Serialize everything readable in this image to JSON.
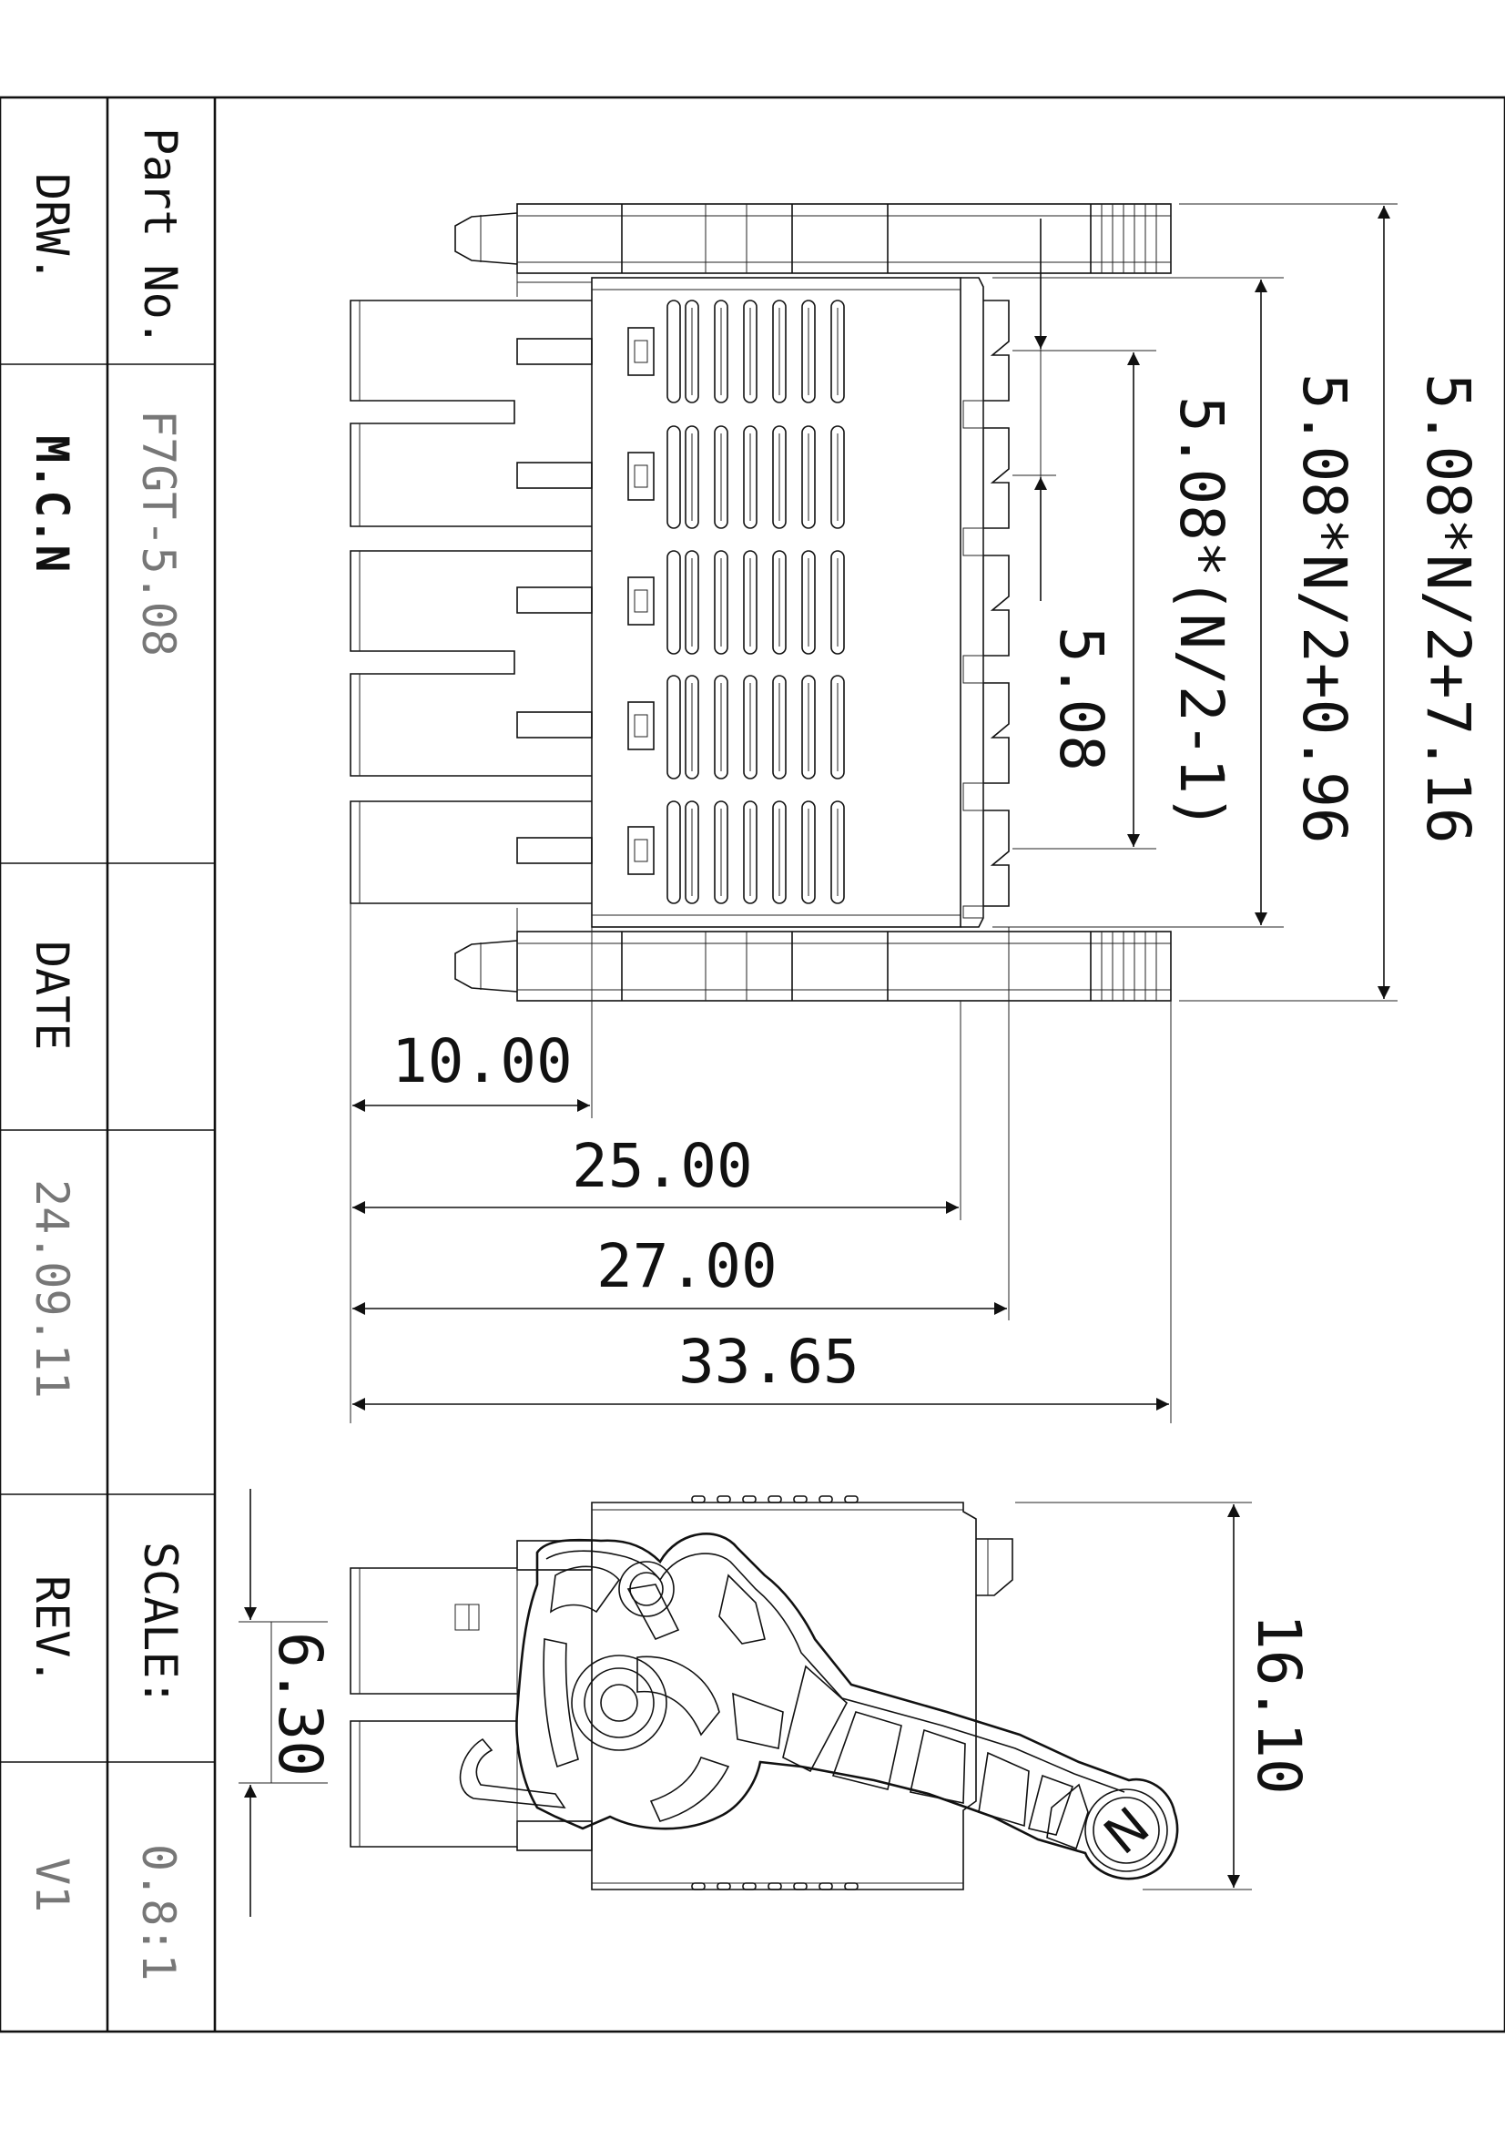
{
  "title_block": {
    "part_no_label": "Part No.",
    "part_no_value": "F7GT-5.08",
    "drawn_label": "DRW.",
    "drawn_value": "M.C.N",
    "date_label": "DATE",
    "date_value": "24.09.11",
    "scale_label": "SCALE:",
    "scale_value": "0.8:1",
    "rev_label": "REV.",
    "rev_value": "V1"
  },
  "dimensions": {
    "overall_height": "5.08*N/2+7.16",
    "inner_height": "5.08*N/2+0.96",
    "pitch_span": "5.08*(N/2-1)",
    "pitch": "5.08",
    "d10": "10.00",
    "d25": "25.00",
    "d27": "27.00",
    "d3365": "33.65",
    "d630": "6.30",
    "d1610": "16.10"
  },
  "side_view": {
    "lever_mark": "N"
  }
}
